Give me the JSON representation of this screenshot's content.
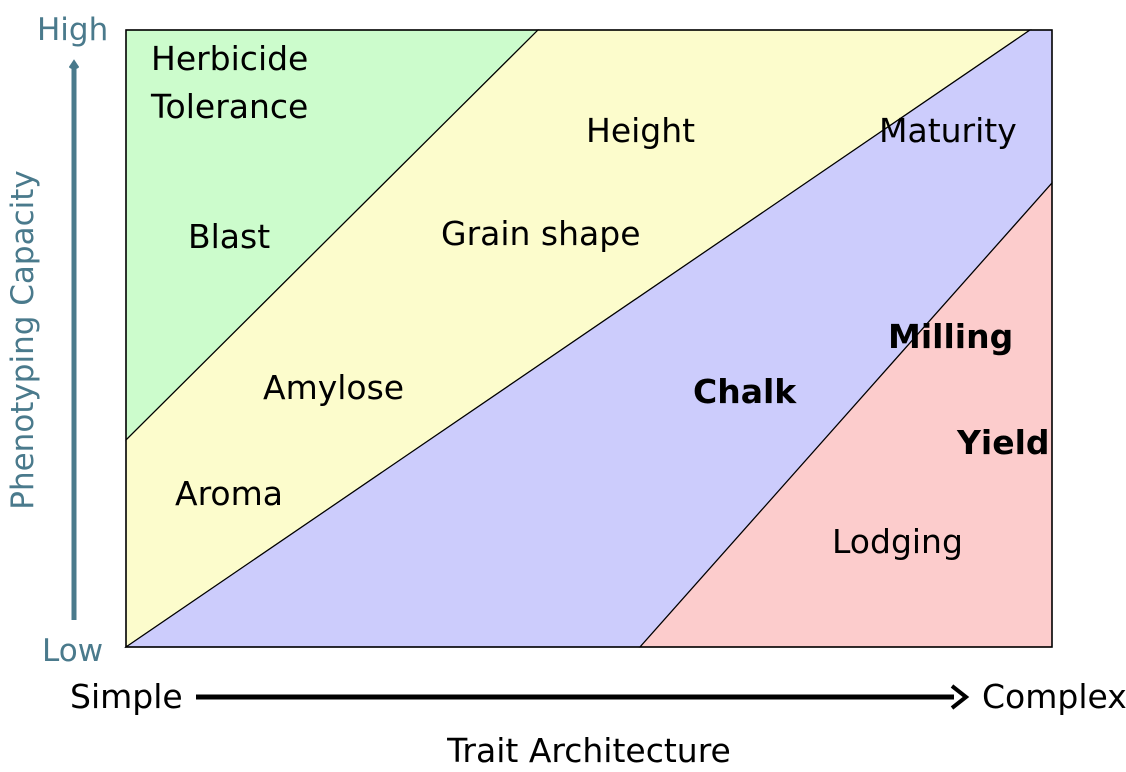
{
  "colors": {
    "green": "#ccfccc",
    "yellow": "#fcfccc",
    "blue": "#ccccfc",
    "red": "#fccccc",
    "y_axis": "#4a7a8c",
    "x_axis": "#000000"
  },
  "y_axis": {
    "label": "Phenotyping Capacity",
    "high": "High",
    "low": "Low"
  },
  "x_axis": {
    "label": "Trait Architecture",
    "simple": "Simple",
    "complex": "Complex"
  },
  "traits": {
    "herbicide_line1": "Herbicide",
    "herbicide_line2": "Tolerance",
    "blast": "Blast",
    "height": "Height",
    "maturity": "Maturity",
    "grain_shape": "Grain shape",
    "amylose": "Amylose",
    "aroma": "Aroma",
    "chalk": "Chalk",
    "milling": "Milling",
    "yield": "Yield",
    "lodging": "Lodging"
  }
}
